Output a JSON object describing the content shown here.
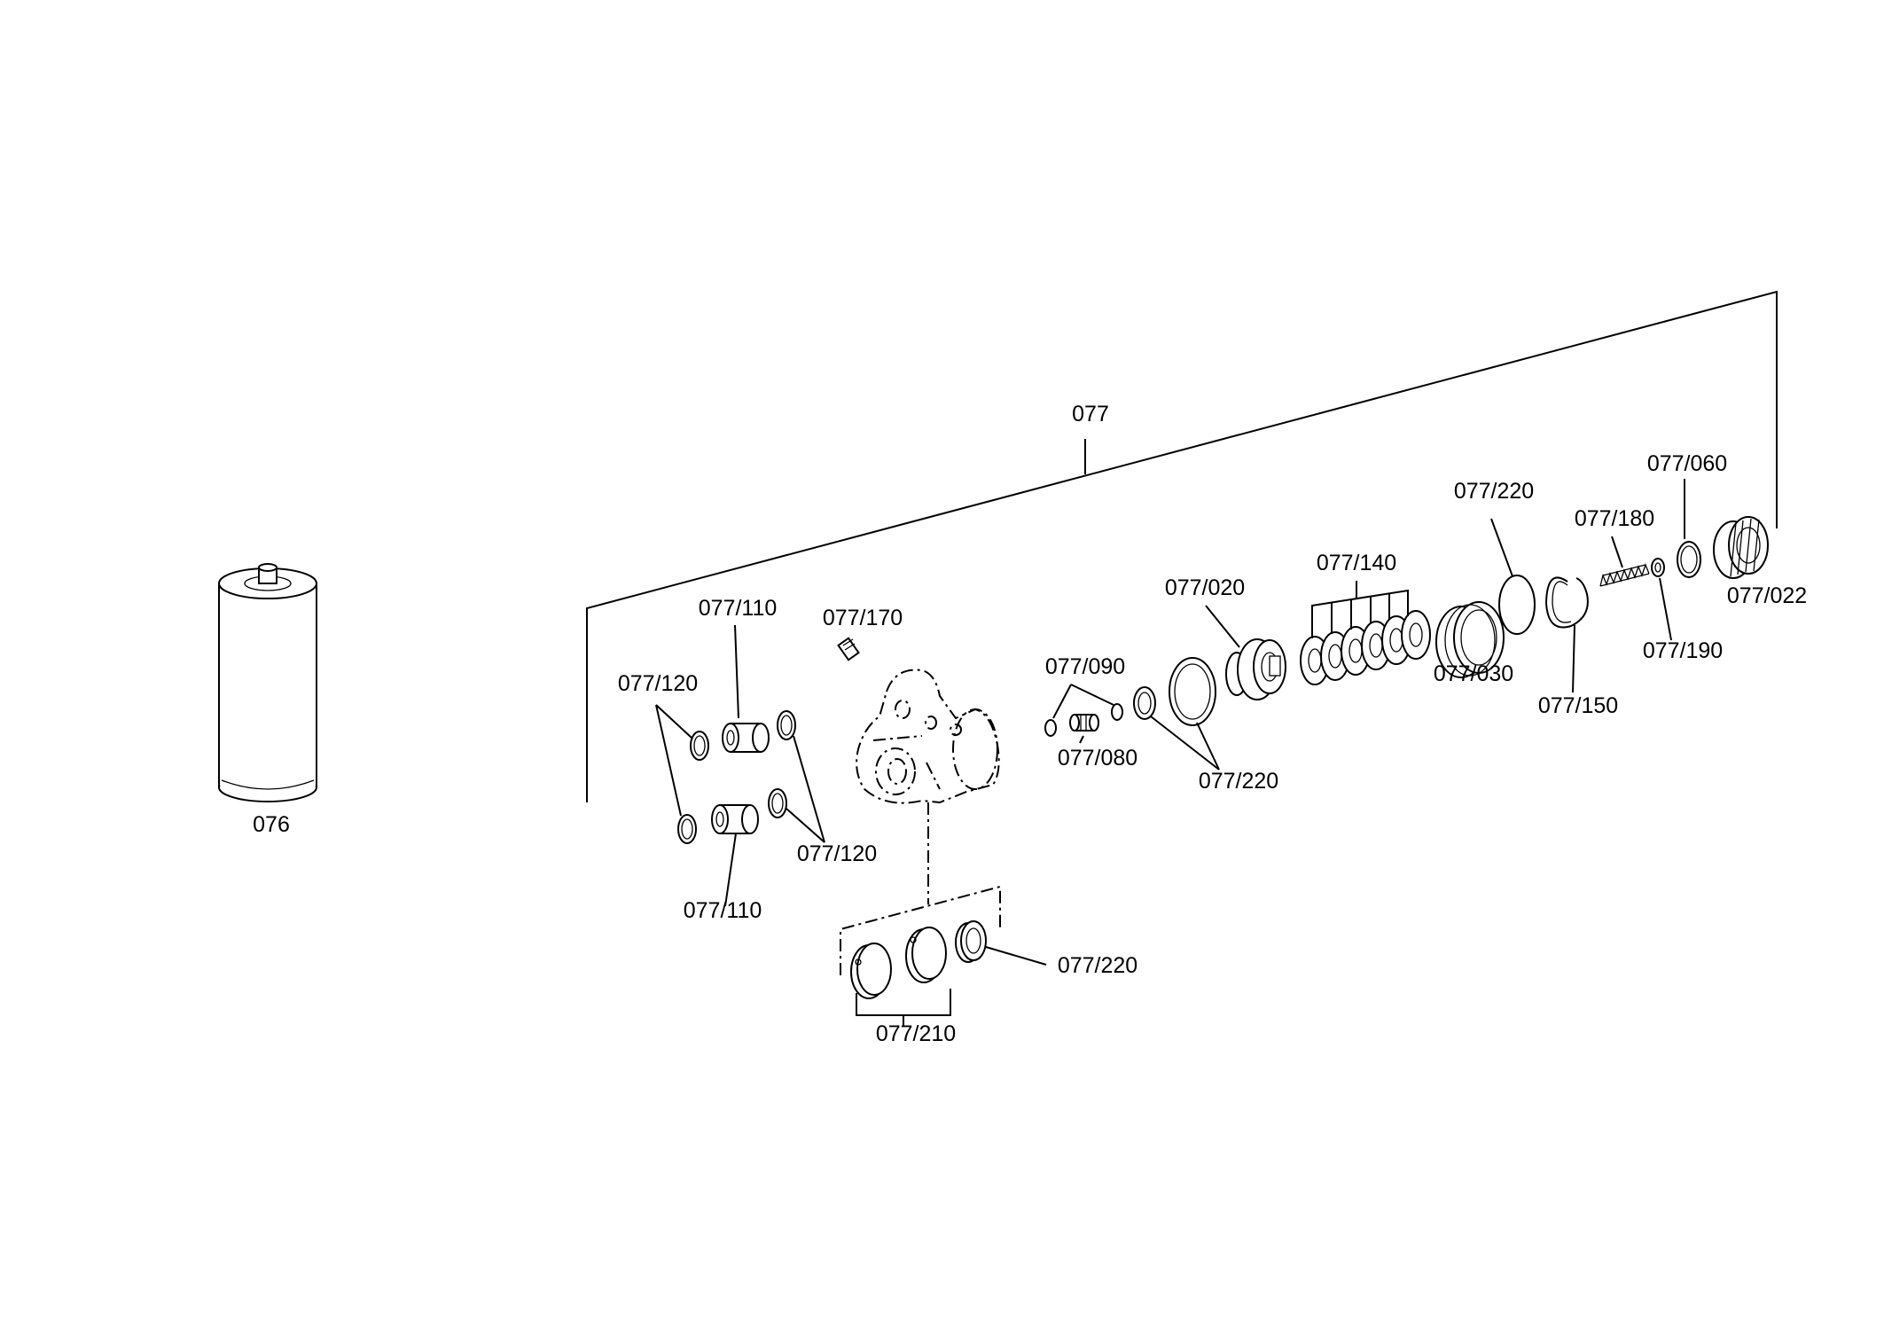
{
  "labels": {
    "p076": "076",
    "p077": "077",
    "p077_110_top": "077/110",
    "p077_110_bottom": "077/110",
    "p077_120_left": "077/120",
    "p077_120_right": "077/120",
    "p077_170": "077/170",
    "p077_090": "077/090",
    "p077_080": "077/080",
    "p077_020": "077/020",
    "p077_220_mid": "077/220",
    "p077_140": "077/140",
    "p077_030": "077/030",
    "p077_220_top": "077/220",
    "p077_180": "077/180",
    "p077_060": "077/060",
    "p077_022": "077/022",
    "p077_190": "077/190",
    "p077_150": "077/150",
    "p077_220_bottom": "077/220",
    "p077_210": "077/210"
  }
}
